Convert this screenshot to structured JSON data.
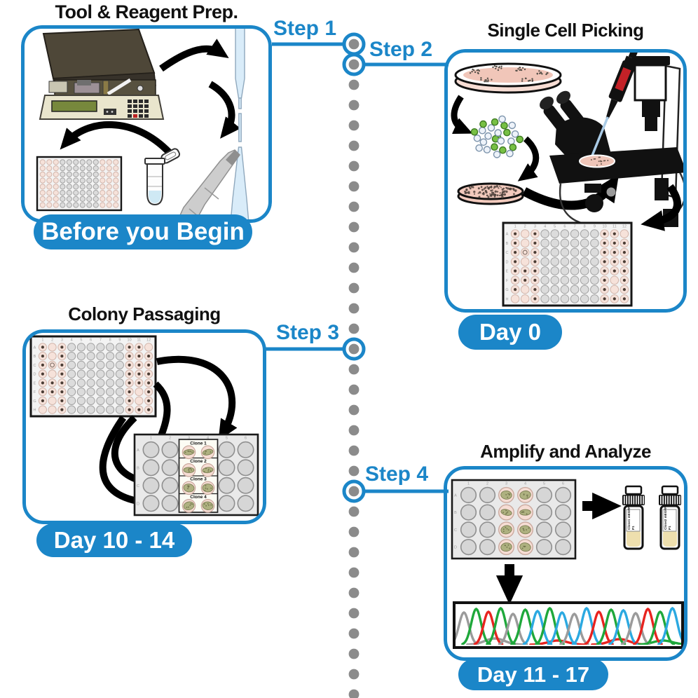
{
  "colors": {
    "accent": "#1b86c8",
    "timeline_dot": "#8b8b8b",
    "title_text": "#111111",
    "banner_text": "#ffffff",
    "pink_well": "#f6e2da",
    "gray_well": "#dcdcdc",
    "colony_dot": "#4a3c34",
    "clone_blob": "#aeb180",
    "vial_liquid": "#eedfae",
    "glass_blue": "#d9ecf9",
    "petri_pink": "#f1c6b9",
    "cell_green": "#77c044",
    "chromatogram_trace": {
      "A": "#1fa83b",
      "T": "#e8231f",
      "C": "#2ba9e1",
      "G": "#9b9b9b"
    }
  },
  "steps": [
    {
      "label": "Step 1",
      "title": "Tool & Reagent Prep.",
      "banner": "Before you Begin"
    },
    {
      "label": "Step 2",
      "title": "Single Cell Picking",
      "banner": "Day 0"
    },
    {
      "label": "Step 3",
      "title": "Colony Passaging",
      "banner": "Day 10 - 14"
    },
    {
      "label": "Step 4",
      "title": "Amplify and Analyze",
      "banner": "Day 11 - 17"
    }
  ],
  "plates": {
    "prep96": {
      "pink_cols": [
        1,
        2,
        3,
        10,
        11,
        12
      ]
    },
    "picking96": {
      "row_labels": [
        "A",
        "B",
        "C",
        "D",
        "E",
        "F",
        "G",
        "H"
      ],
      "col_labels": [
        "1",
        "2",
        "3",
        "4",
        "5",
        "6",
        "7",
        "8",
        "9",
        "10",
        "11",
        "12"
      ],
      "pink_cols": [
        1,
        2,
        3,
        10,
        11,
        12
      ],
      "dots": {
        "A": [
          1,
          3,
          10,
          11
        ],
        "B": [
          1,
          3,
          10,
          11,
          12
        ],
        "C": [
          1,
          3,
          10,
          11,
          12
        ],
        "D": [
          1,
          3,
          10,
          11,
          12
        ],
        "E": [
          1,
          2,
          3,
          10,
          11,
          12
        ],
        "F": [
          1,
          2,
          3,
          10,
          12
        ],
        "G": [
          1,
          3,
          10,
          12
        ],
        "H": [
          3,
          10,
          11,
          12
        ]
      },
      "rings": {
        "C": [
          2
        ]
      }
    },
    "passaging96": {
      "row_labels": [
        "A",
        "B",
        "C",
        "D",
        "E",
        "F",
        "G",
        "H"
      ],
      "col_labels": [
        "1",
        "2",
        "3",
        "4",
        "5",
        "6",
        "7",
        "8",
        "9",
        "10",
        "11",
        "12"
      ],
      "pink_cols": [
        1,
        2,
        3,
        10,
        11,
        12
      ],
      "dots": {
        "A": [
          1,
          3,
          10,
          11
        ],
        "B": [
          1,
          3,
          10,
          11,
          12
        ],
        "C": [
          1,
          3,
          10,
          11,
          12
        ],
        "D": [
          1,
          3,
          10,
          11,
          12
        ],
        "E": [
          1,
          2,
          3,
          10,
          11,
          12
        ],
        "F": [
          1,
          2,
          3,
          10,
          12
        ],
        "G": [
          1,
          3,
          10,
          12
        ],
        "H": [
          3,
          10,
          11,
          12
        ]
      },
      "rings": {
        "C": [
          2
        ]
      }
    },
    "passage24": {
      "row_labels": [
        "A",
        "B",
        "C",
        "D"
      ],
      "col_labels": [
        "1",
        "2",
        "3",
        "4",
        "5",
        "6"
      ],
      "clone_cols": [
        3,
        4
      ]
    },
    "expand24": {
      "row_labels": [
        "A",
        "B",
        "C",
        "D"
      ],
      "col_labels": [
        "1",
        "2",
        "3",
        "4",
        "5",
        "6"
      ],
      "pink_cols": [
        3,
        4
      ]
    }
  },
  "clones": [
    "Clone 1",
    "Clone 2",
    "Clone 3",
    "Clone 4"
  ],
  "vials": [
    {
      "label": "Clone1 mEGFP P1"
    },
    {
      "label": "Clone2 mEGFP P1"
    }
  ],
  "chromatogram_peaks": [
    "G",
    "A",
    "T",
    "A",
    "G",
    "A",
    "C",
    "A",
    "C",
    "G",
    "C",
    "T",
    "A",
    "C",
    "G",
    "T",
    "A",
    "C"
  ]
}
